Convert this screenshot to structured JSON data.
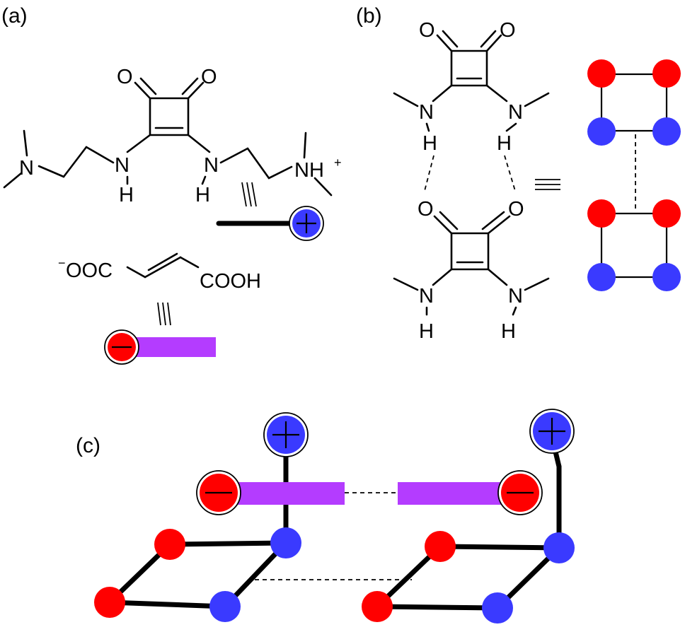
{
  "panels": {
    "a": {
      "label": "(a)"
    },
    "b": {
      "label": "(b)"
    },
    "c": {
      "label": "(c)"
    }
  },
  "atoms": {
    "O": "O",
    "N": "N",
    "H": "H",
    "NH": "NH",
    "plus_sup": "+",
    "fumarate_left": "OOC",
    "fumarate_right": "COOH"
  },
  "colors": {
    "red": "#ff0000",
    "blue": "#3a3aff",
    "purple": "#b43cff",
    "line": "#000000"
  },
  "icons": {
    "cation": "plus-circle-icon",
    "anion": "minus-circle-icon",
    "equivalent": "triple-bar-icon"
  }
}
